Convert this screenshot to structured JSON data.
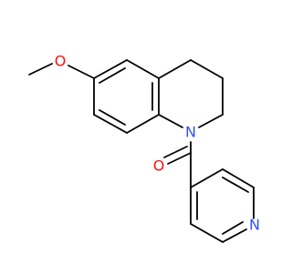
{
  "molecule": {
    "atoms": {
      "O_methoxy": {
        "symbol": "O",
        "color": "#ff0d0d"
      },
      "N_ring": {
        "symbol": "N",
        "color": "#3050f8"
      },
      "O_carbonyl": {
        "symbol": "O",
        "color": "#ff0d0d"
      },
      "N_pyridine": {
        "symbol": "N",
        "color": "#3050f8"
      }
    },
    "bond_color": "#000000"
  }
}
